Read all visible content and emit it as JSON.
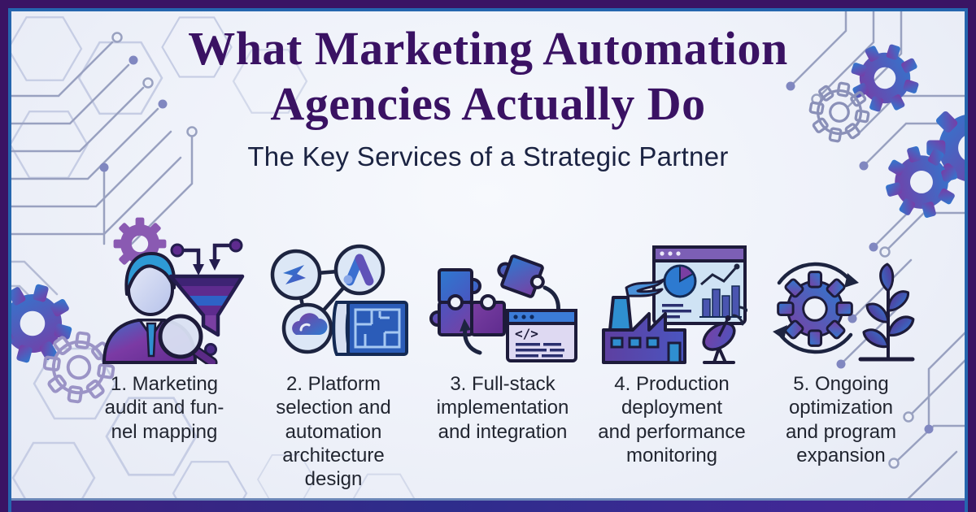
{
  "poster": {
    "title_line1": "What Marketing Automation",
    "title_line2": "Agencies Actually Do",
    "subtitle": "The Key Services of a Strategic Partner"
  },
  "services": [
    {
      "id": 1,
      "icon": "marketing-audit-funnel-icon",
      "label": "1. Marketing\naudit and fun-\nnel mapping"
    },
    {
      "id": 2,
      "icon": "platform-selection-blueprint-icon",
      "label": "2. Platform\nselection and\nautomation\narchitecture\ndesign"
    },
    {
      "id": 3,
      "icon": "fullstack-puzzle-code-icon",
      "label": "3. Full-stack\nimplementation\nand integration"
    },
    {
      "id": 4,
      "icon": "production-factory-dashboard-icon",
      "label": "4. Production\ndeployment\nand performance\nmonitoring"
    },
    {
      "id": 5,
      "icon": "optimization-gear-plant-icon",
      "label": "5. Ongoing\noptimization\nand program\nexpansion"
    }
  ],
  "colors": {
    "accent_purple": "#5e2b8e",
    "accent_blue": "#2d7ad0",
    "title": "#3a1263",
    "subtitle": "#1b2342",
    "frame_purple": "#3a1464",
    "frame_blue": "#2566ae",
    "bottom_band": "#2e2d8c",
    "background": "#eef1f9"
  }
}
